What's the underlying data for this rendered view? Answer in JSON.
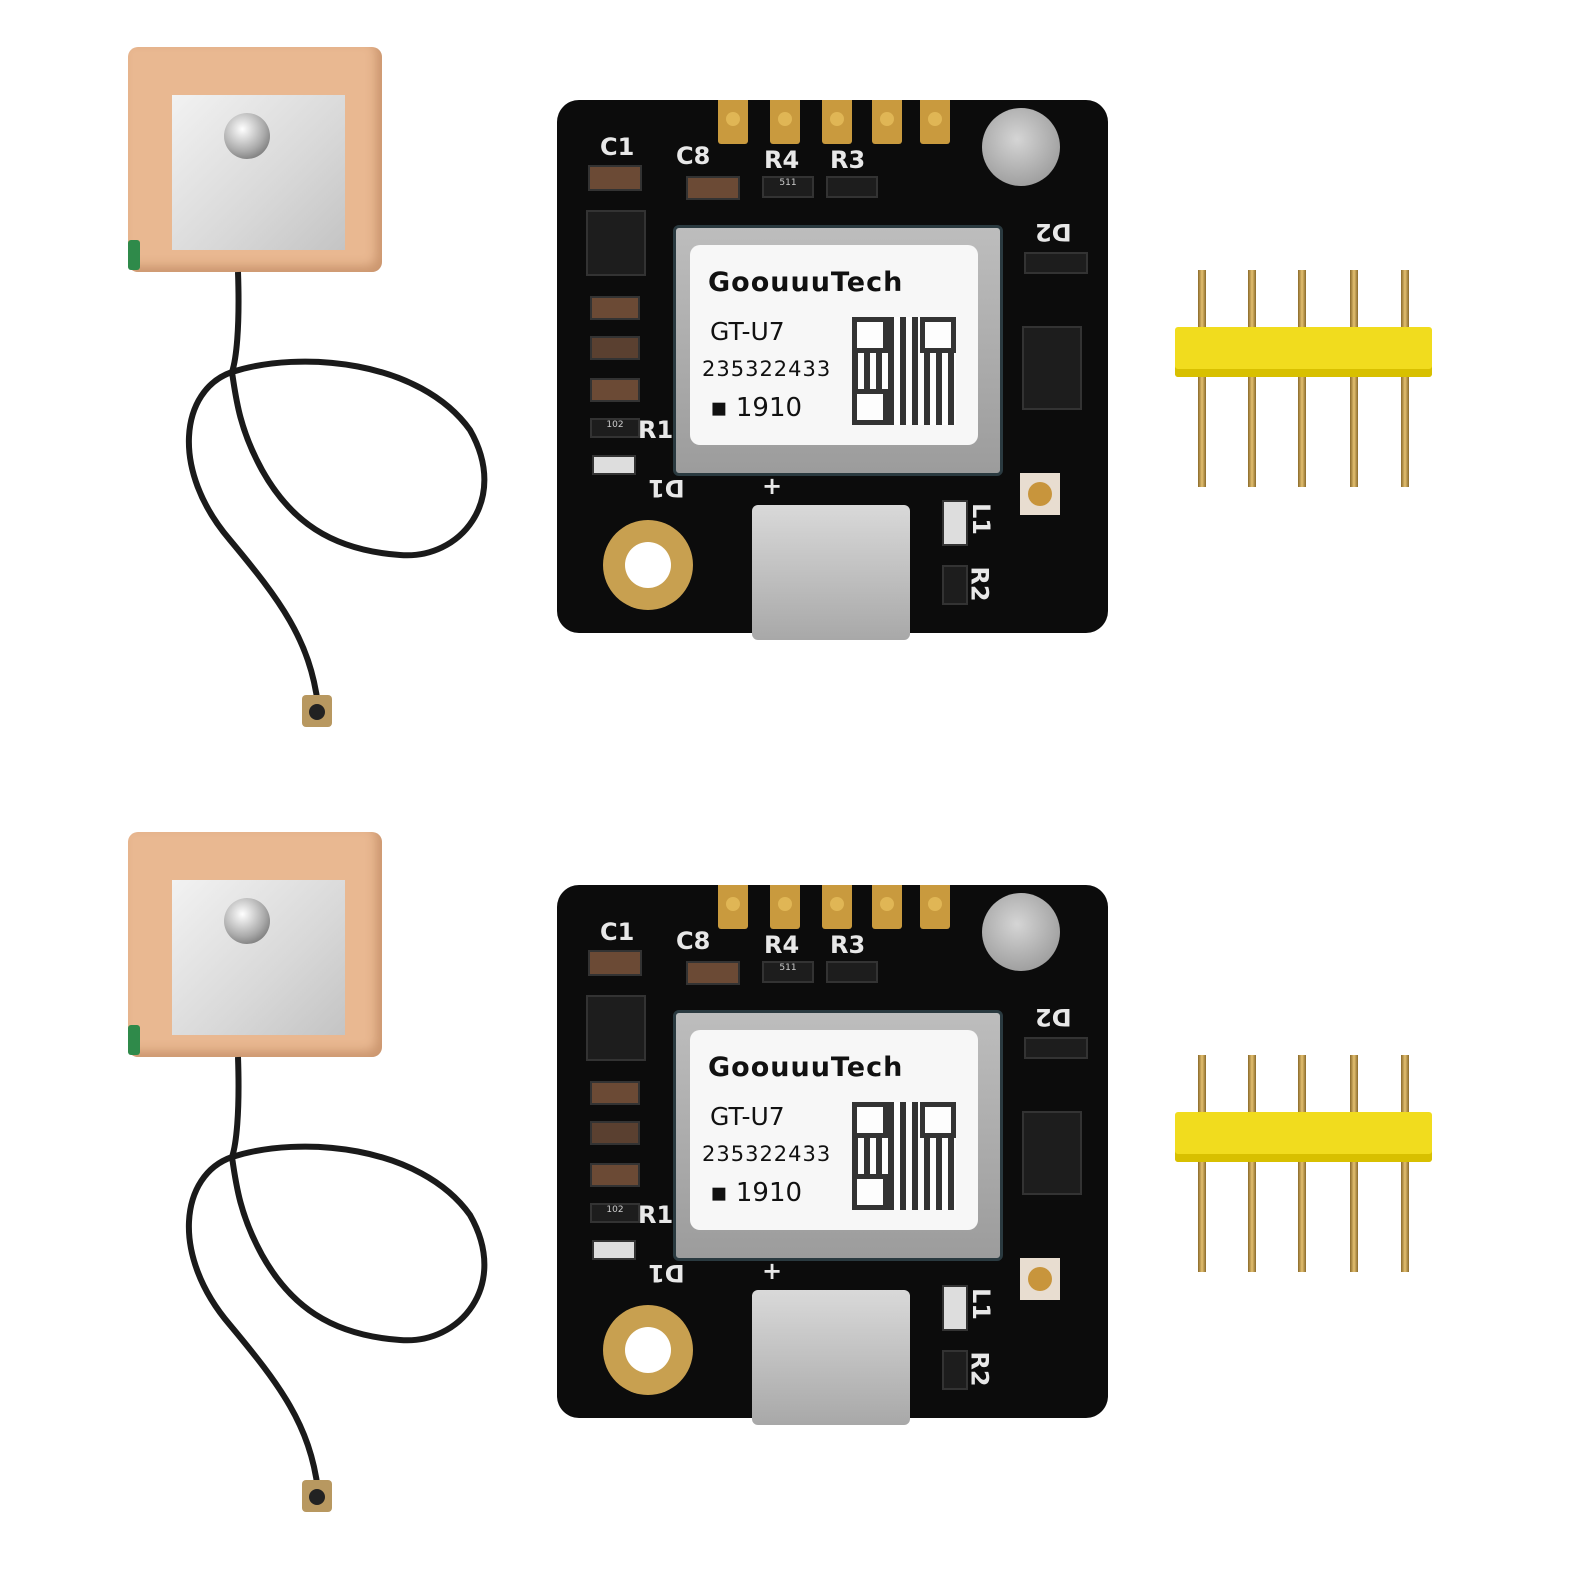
{
  "module": {
    "brand": "GoouuuTech",
    "model": "GT-U7",
    "serial": "235322433",
    "date_code": "1910"
  },
  "silkscreen": {
    "c1": "C1",
    "c8": "C8",
    "r4": "R4",
    "r3": "R3",
    "d2": "D2",
    "r1": "R1",
    "d1": "D1",
    "l1": "L1",
    "r2": "R2",
    "plus": "+",
    "r102": "102",
    "r511": "511"
  },
  "colors": {
    "pcb": "#0c0c0c",
    "antenna_ceramic": "#e9b891",
    "gold": "#c99a3e",
    "header_plastic": "#f1dc1e"
  },
  "kits": 2
}
